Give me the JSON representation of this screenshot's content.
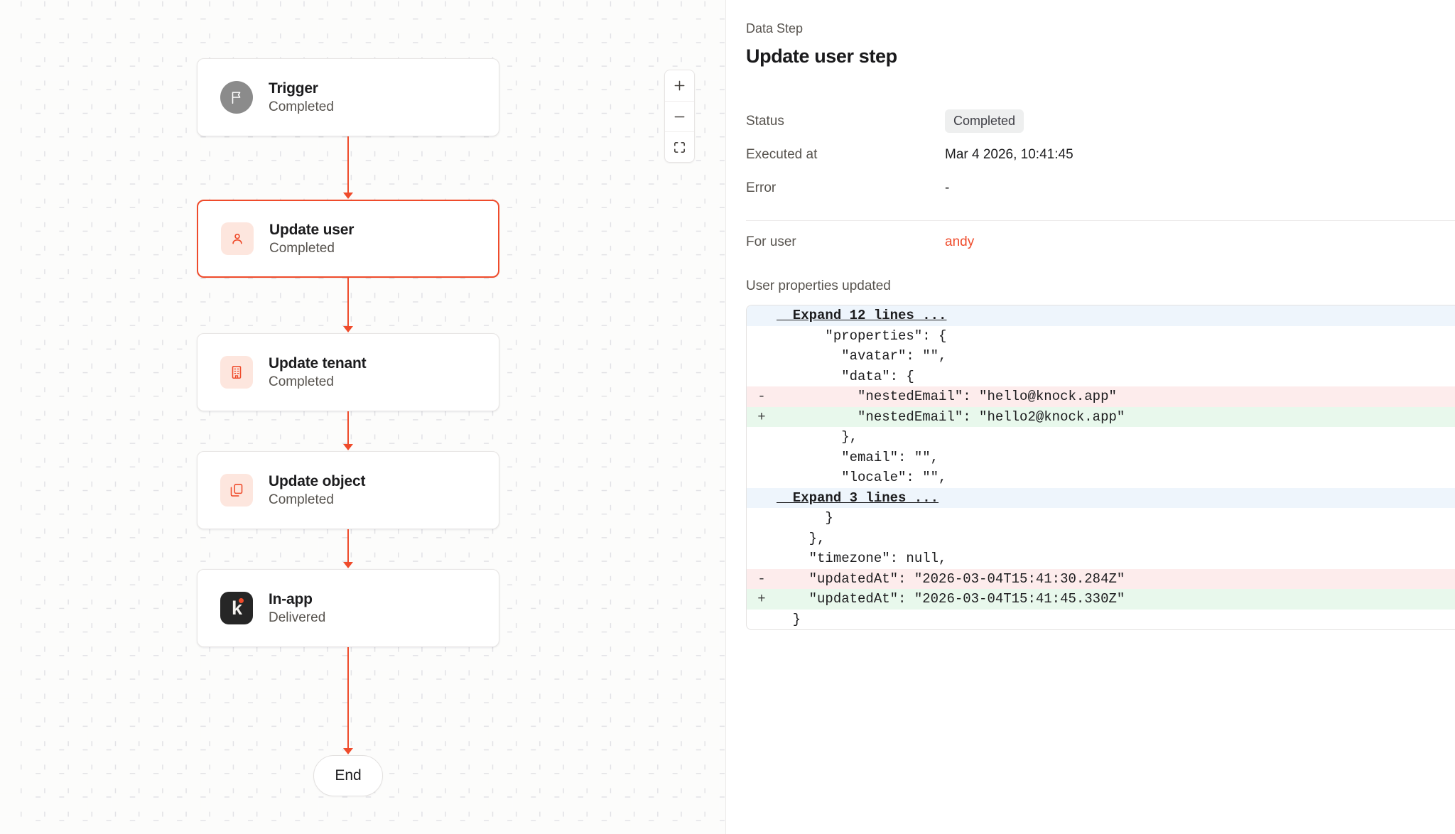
{
  "canvas": {
    "nodes": [
      {
        "title": "Trigger",
        "status": "Completed",
        "icon": "flag-icon",
        "icon_style": "gray",
        "selected": false
      },
      {
        "title": "Update user",
        "status": "Completed",
        "icon": "user-icon",
        "icon_style": "pink",
        "selected": true
      },
      {
        "title": "Update tenant",
        "status": "Completed",
        "icon": "building-icon",
        "icon_style": "pink",
        "selected": false
      },
      {
        "title": "Update object",
        "status": "Completed",
        "icon": "copy-icon",
        "icon_style": "pink",
        "selected": false
      },
      {
        "title": "In-app",
        "status": "Delivered",
        "icon": "knock-logo-icon",
        "icon_style": "knock",
        "selected": false
      }
    ],
    "end_label": "End",
    "zoom_controls": [
      {
        "name": "zoom-in-button",
        "glyph": "+"
      },
      {
        "name": "zoom-out-button",
        "glyph": "−"
      },
      {
        "name": "fit-view-button",
        "glyph": "fit"
      }
    ],
    "connector_color": "#EF4B2B"
  },
  "panel": {
    "eyebrow": "Data Step",
    "title": "Update user step",
    "meta": [
      {
        "label": "Status",
        "value": "Completed",
        "type": "badge"
      },
      {
        "label": "Executed at",
        "value": "Mar 4 2026, 10:41:45",
        "type": "text"
      },
      {
        "label": "Error",
        "value": "-",
        "type": "text"
      }
    ],
    "for_user_label": "For user",
    "for_user_value": "andy",
    "properties_label": "User properties updated",
    "diff": {
      "lines": [
        {
          "marker": "",
          "code": "  Expand 12 lines ...",
          "type": "expand"
        },
        {
          "marker": "",
          "code": "      \"properties\": {",
          "type": "context"
        },
        {
          "marker": "",
          "code": "        \"avatar\": \"\",",
          "type": "context"
        },
        {
          "marker": "",
          "code": "        \"data\": {",
          "type": "context"
        },
        {
          "marker": "-",
          "code": "          \"nestedEmail\": \"hello@knock.app\"",
          "type": "removed"
        },
        {
          "marker": "+",
          "code": "          \"nestedEmail\": \"hello2@knock.app\"",
          "type": "added"
        },
        {
          "marker": "",
          "code": "        },",
          "type": "context"
        },
        {
          "marker": "",
          "code": "        \"email\": \"\",",
          "type": "context"
        },
        {
          "marker": "",
          "code": "        \"locale\": \"\",",
          "type": "context"
        },
        {
          "marker": "",
          "code": "  Expand 3 lines ...",
          "type": "expand"
        },
        {
          "marker": "",
          "code": "      }",
          "type": "context"
        },
        {
          "marker": "",
          "code": "    },",
          "type": "context"
        },
        {
          "marker": "",
          "code": "    \"timezone\": null,",
          "type": "context"
        },
        {
          "marker": "-",
          "code": "    \"updatedAt\": \"2026-03-04T15:41:30.284Z\"",
          "type": "removed"
        },
        {
          "marker": "+",
          "code": "    \"updatedAt\": \"2026-03-04T15:41:45.330Z\"",
          "type": "added"
        },
        {
          "marker": "",
          "code": "  }",
          "type": "context"
        }
      ]
    }
  },
  "colors": {
    "accent": "#EF4B2B",
    "canvas_bg": "#FCFCFB",
    "diff_removed": "#FDECEC",
    "diff_added": "#E8F8EC",
    "diff_expand": "#EEF5FC"
  }
}
